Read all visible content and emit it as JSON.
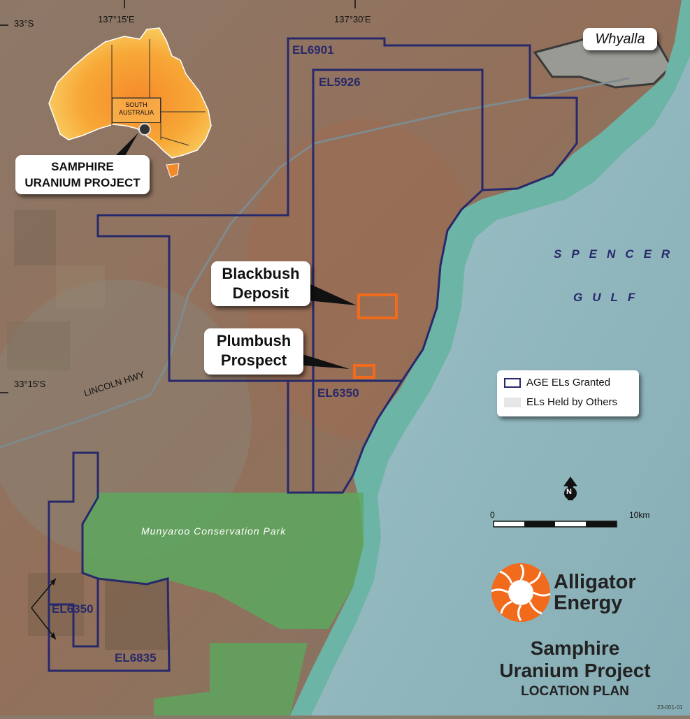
{
  "map": {
    "colors": {
      "el_outline": "#27296b",
      "project_box": "#f26a1b",
      "conservation": "#58a85a",
      "sea": "#8fb7bf",
      "land": "#8e7762",
      "highway": "#7f8a8d",
      "callout_bg": "#ffffff"
    },
    "grid_labels": {
      "lat_top": "33°S",
      "lon_left": "137°15'E",
      "lon_right": "137°30'E",
      "lat_mid": "33°15'S"
    },
    "tenements": {
      "el6901": "EL6901",
      "el5926": "EL5926",
      "el6350_east": "EL6350",
      "el6350_west": "EL6350",
      "el6835": "EL6835"
    },
    "places": {
      "whyalla": "Whyalla",
      "spencer": "SPENCER",
      "gulf": "GULF",
      "lincoln_hwy": "LINCOLN HWY",
      "munyaroo": "Munyaroo Conservation Park"
    },
    "callouts": {
      "blackbush_line1": "Blackbush",
      "blackbush_line2": "Deposit",
      "plumbush_line1": "Plumbush",
      "plumbush_line2": "Prospect"
    },
    "inset": {
      "state_line1": "SOUTH",
      "state_line2": "AUSTRALIA",
      "project_line1": "SAMPHIRE",
      "project_line2": "URANIUM PROJECT"
    },
    "legend": {
      "granted": "AGE ELs Granted",
      "others": "ELs Held by Others"
    },
    "north_arrow": "N",
    "scale_bar": {
      "start": "0",
      "end": "10km"
    },
    "logo": {
      "line1": "Alligator",
      "line2": "Energy"
    },
    "title": {
      "line1": "Samphire",
      "line2": "Uranium Project",
      "line3": "LOCATION PLAN"
    },
    "figure_id": "23-001-01"
  }
}
